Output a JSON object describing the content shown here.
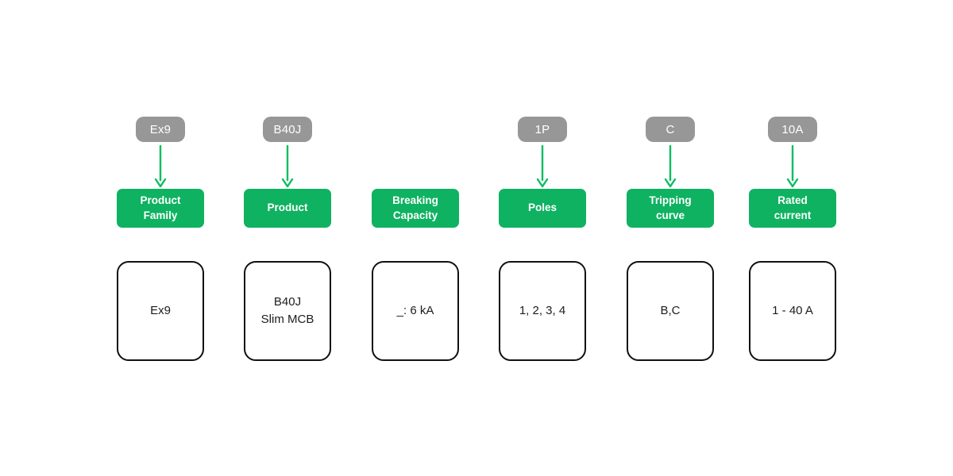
{
  "diagram": {
    "description": "MCB product order code breakdown",
    "columns": [
      {
        "id": "product-family",
        "badge": "Ex9",
        "label": "Product\nFamily",
        "value": "Ex9"
      },
      {
        "id": "product",
        "badge": "B40J",
        "label": "Product",
        "value": "B40J\nSlim MCB"
      },
      {
        "id": "breaking-capacity",
        "badge": null,
        "label": "Breaking\nCapacity",
        "value": "_: 6 kA"
      },
      {
        "id": "poles",
        "badge": "1P",
        "label": "Poles",
        "value": "1, 2, 3, 4"
      },
      {
        "id": "tripping-curve",
        "badge": "C",
        "label": "Tripping\ncurve",
        "value": "B,C"
      },
      {
        "id": "rated-current",
        "badge": "10A",
        "label": "Rated\ncurrent",
        "value": "1 - 40 A"
      }
    ],
    "colors": {
      "badge_bg": "#979797",
      "badge_text": "#ffffff",
      "label_bg": "#0fb261",
      "label_text": "#ffffff",
      "arrow": "#0cbd61",
      "value_border": "#111111",
      "value_text": "#1c1c1c",
      "page_bg": "#ffffff"
    }
  }
}
